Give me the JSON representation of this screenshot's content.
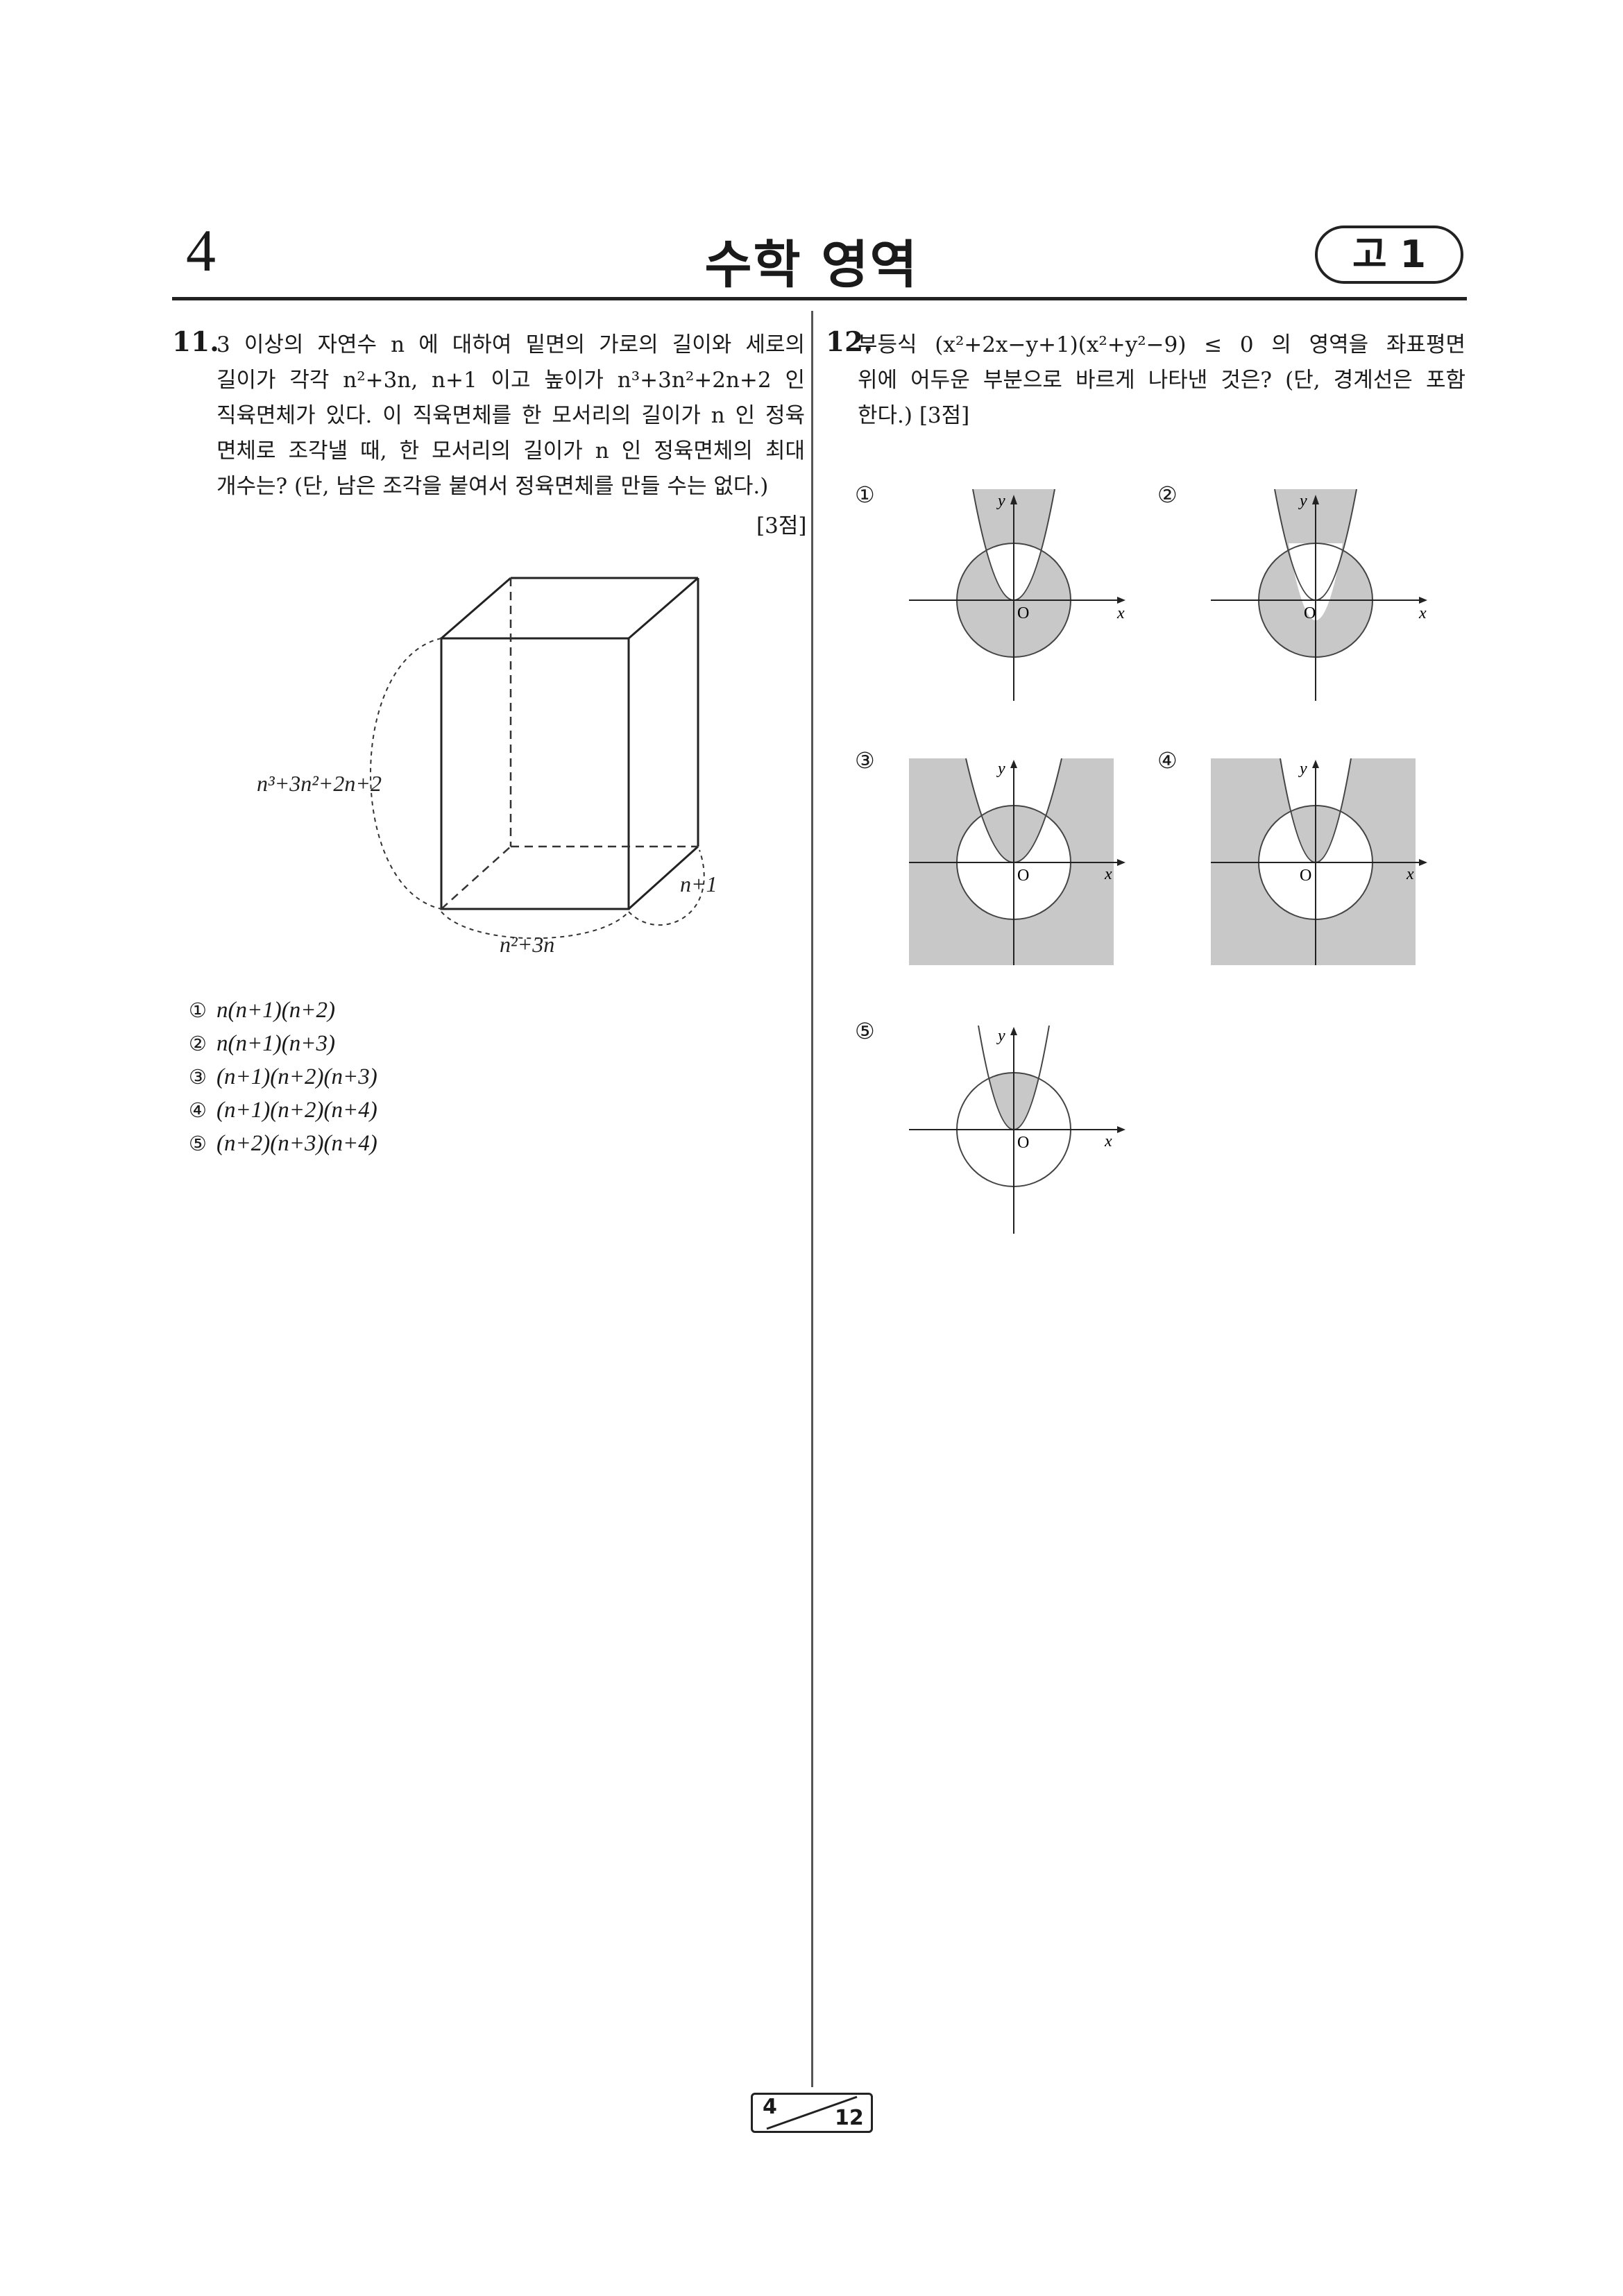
{
  "header": {
    "page_number": "4",
    "title": "수학 영역",
    "grade": "고 1"
  },
  "q11": {
    "number": "11.",
    "lines": [
      "3 이상의 자연수 n 에 대하여 밑면의 가로의 길이와 세로의",
      "길이가 각각 n²+3n, n+1 이고 높이가 n³+3n²+2n+2 인",
      "직육면체가 있다. 이 직육면체를 한 모서리의 길이가 n 인 정육",
      "면체로 조각낼 때, 한 모서리의 길이가 n 인 정육면체의 최대",
      "개수는? (단, 남은 조각을 붙여서 정육면체를 만들 수는 없다.)"
    ],
    "points": "[3점]",
    "figure": {
      "height_label": "n³+3n²+2n+2",
      "width_label": "n²+3n",
      "depth_label": "n+1"
    },
    "choices": [
      {
        "mark": "①",
        "text": "n(n+1)(n+2)"
      },
      {
        "mark": "②",
        "text": "n(n+1)(n+3)"
      },
      {
        "mark": "③",
        "text": "(n+1)(n+2)(n+3)"
      },
      {
        "mark": "④",
        "text": "(n+1)(n+2)(n+4)"
      },
      {
        "mark": "⑤",
        "text": "(n+2)(n+3)(n+4)"
      }
    ]
  },
  "q12": {
    "number": "12.",
    "lines": [
      "부등식 (x²+2x−y+1)(x²+y²−9) ≤ 0 의 영역을 좌표평면",
      "위에 어두운 부분으로 바르게 나타낸 것은? (단, 경계선은 포함",
      "한다.) [3점]"
    ],
    "graphs": [
      {
        "mark": "①",
        "axis_x": "x",
        "axis_y": "y",
        "origin": "O"
      },
      {
        "mark": "②",
        "axis_x": "x",
        "axis_y": "y",
        "origin": "O"
      },
      {
        "mark": "③",
        "axis_x": "x",
        "axis_y": "y",
        "origin": "O"
      },
      {
        "mark": "④",
        "axis_x": "x",
        "axis_y": "y",
        "origin": "O"
      },
      {
        "mark": "⑤",
        "axis_x": "x",
        "axis_y": "y",
        "origin": "O"
      }
    ],
    "shade_color": "#c8c8c8"
  },
  "footer": {
    "current": "4",
    "total": "12"
  }
}
